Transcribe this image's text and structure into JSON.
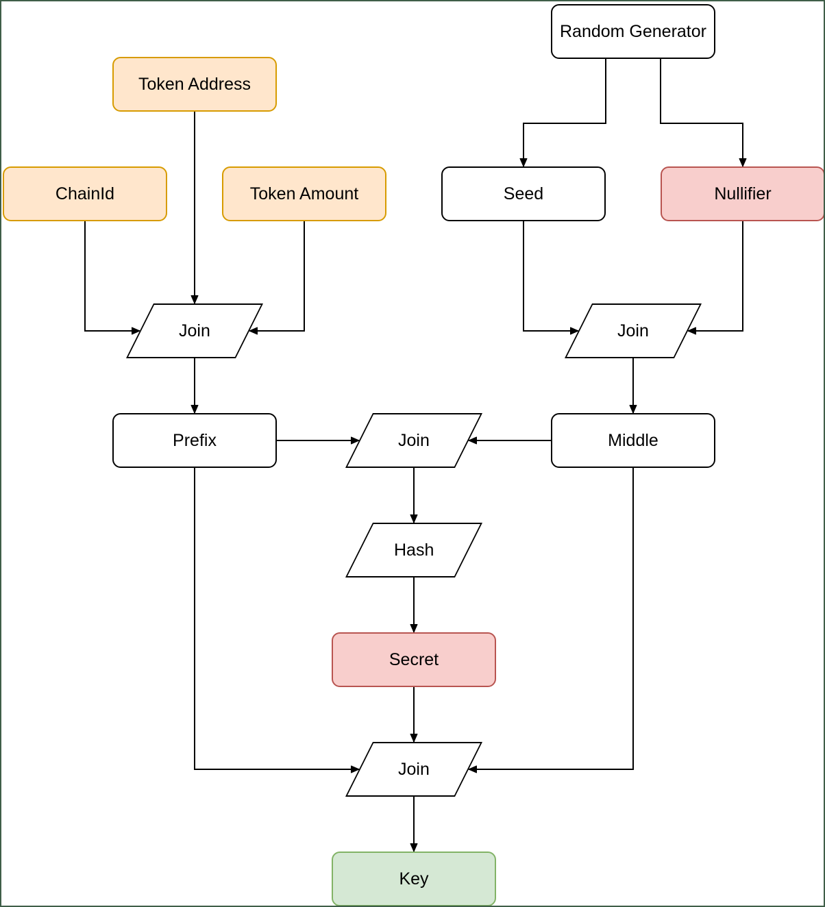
{
  "page": {
    "background_color": "#ffffff",
    "frame_border_color": "#3f5e48"
  },
  "colors": {
    "input_fill": "#ffe6cc",
    "input_stroke": "#d79b00",
    "sensitive_fill": "#f8cecc",
    "sensitive_stroke": "#b85450",
    "output_fill": "#d5e8d4",
    "output_stroke": "#82b366",
    "default_fill": "#ffffff",
    "default_stroke": "#000000",
    "edge_color": "#000000"
  },
  "diagram": {
    "nodes": {
      "random_generator": {
        "label": "Random Generator",
        "shape": "rounded-rect",
        "fill": "#ffffff",
        "stroke": "#000000"
      },
      "token_address": {
        "label": "Token Address",
        "shape": "rounded-rect",
        "fill": "#ffe6cc",
        "stroke": "#d79b00"
      },
      "chain_id": {
        "label": "ChainId",
        "shape": "rounded-rect",
        "fill": "#ffe6cc",
        "stroke": "#d79b00"
      },
      "token_amount": {
        "label": "Token Amount",
        "shape": "rounded-rect",
        "fill": "#ffe6cc",
        "stroke": "#d79b00"
      },
      "seed": {
        "label": "Seed",
        "shape": "rounded-rect",
        "fill": "#ffffff",
        "stroke": "#000000"
      },
      "nullifier": {
        "label": "Nullifier",
        "shape": "rounded-rect",
        "fill": "#f8cecc",
        "stroke": "#b85450"
      },
      "join_left": {
        "label": "Join",
        "shape": "parallelogram",
        "fill": "#ffffff",
        "stroke": "#000000"
      },
      "join_right": {
        "label": "Join",
        "shape": "parallelogram",
        "fill": "#ffffff",
        "stroke": "#000000"
      },
      "prefix": {
        "label": "Prefix",
        "shape": "rounded-rect",
        "fill": "#ffffff",
        "stroke": "#000000"
      },
      "join_center": {
        "label": "Join",
        "shape": "parallelogram",
        "fill": "#ffffff",
        "stroke": "#000000"
      },
      "middle": {
        "label": "Middle",
        "shape": "rounded-rect",
        "fill": "#ffffff",
        "stroke": "#000000"
      },
      "hash": {
        "label": "Hash",
        "shape": "parallelogram",
        "fill": "#ffffff",
        "stroke": "#000000"
      },
      "secret": {
        "label": "Secret",
        "shape": "rounded-rect",
        "fill": "#f8cecc",
        "stroke": "#b85450"
      },
      "join_bottom": {
        "label": "Join",
        "shape": "parallelogram",
        "fill": "#ffffff",
        "stroke": "#000000"
      },
      "key": {
        "label": "Key",
        "shape": "rounded-rect",
        "fill": "#d5e8d4",
        "stroke": "#82b366"
      }
    },
    "edges": [
      {
        "from": "token_address",
        "to": "join_left"
      },
      {
        "from": "chain_id",
        "to": "join_left"
      },
      {
        "from": "token_amount",
        "to": "join_left"
      },
      {
        "from": "join_left",
        "to": "prefix"
      },
      {
        "from": "random_generator",
        "to": "seed"
      },
      {
        "from": "random_generator",
        "to": "nullifier"
      },
      {
        "from": "seed",
        "to": "join_right"
      },
      {
        "from": "nullifier",
        "to": "join_right"
      },
      {
        "from": "join_right",
        "to": "middle"
      },
      {
        "from": "prefix",
        "to": "join_center"
      },
      {
        "from": "middle",
        "to": "join_center"
      },
      {
        "from": "join_center",
        "to": "hash"
      },
      {
        "from": "hash",
        "to": "secret"
      },
      {
        "from": "secret",
        "to": "join_bottom"
      },
      {
        "from": "prefix",
        "to": "join_bottom"
      },
      {
        "from": "middle",
        "to": "join_bottom"
      },
      {
        "from": "join_bottom",
        "to": "key"
      }
    ]
  }
}
